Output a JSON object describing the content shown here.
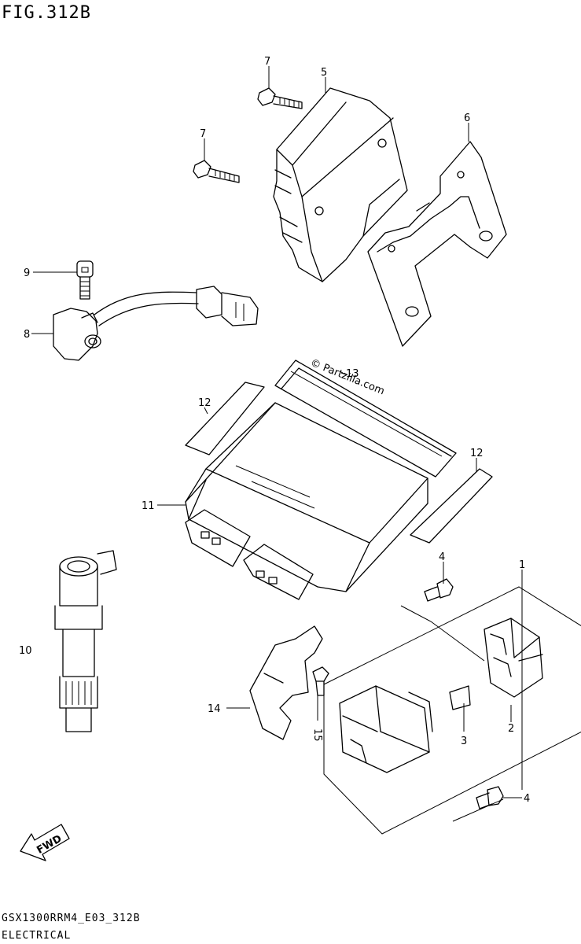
{
  "figure": {
    "title": "FIG.312B",
    "code": "GSX1300RRM4_E03_312B",
    "caption": "ELECTRICAL"
  },
  "watermark": "© Partzilla.com",
  "fwd_label": "FWD",
  "callouts": {
    "n1": "1",
    "n2": "2",
    "n3": "3",
    "n4a": "4",
    "n4b": "4",
    "n5": "5",
    "n6": "6",
    "n7a": "7",
    "n7b": "7",
    "n8": "8",
    "n9": "9",
    "n10": "10",
    "n11": "11",
    "n12a": "12",
    "n12b": "12",
    "n13": "13",
    "n14": "14",
    "n15": "15"
  }
}
